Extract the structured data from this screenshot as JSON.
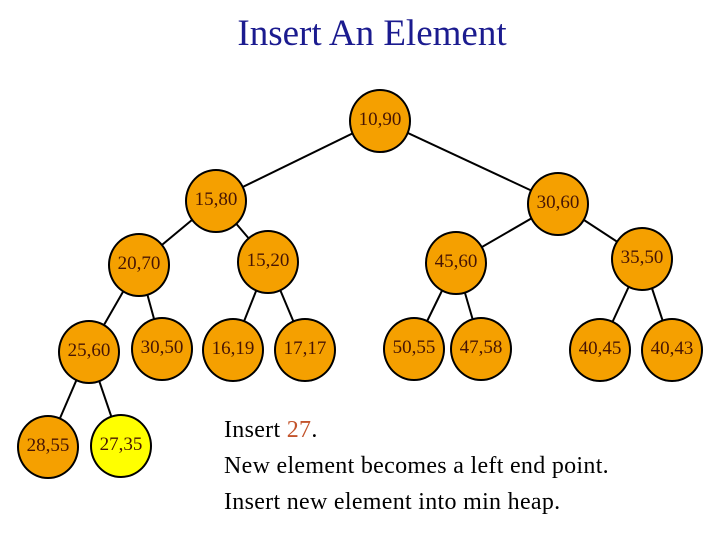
{
  "title": "Insert An Element",
  "colors": {
    "title_text": "#1b1b8f",
    "node_fill": "#f5a000",
    "node_fill_new": "#ffff00",
    "node_border": "#000000",
    "node_text": "#471504",
    "caption_text": "#000000",
    "caption_highlight": "#c3542c"
  },
  "tree": {
    "type": "min-max-heap",
    "nodes": [
      {
        "label": "10,90"
      },
      {
        "label": "15,80"
      },
      {
        "label": "30,60"
      },
      {
        "label": "20,70"
      },
      {
        "label": "15,20"
      },
      {
        "label": "45,60"
      },
      {
        "label": "35,50"
      },
      {
        "label": "25,60"
      },
      {
        "label": "30,50"
      },
      {
        "label": "16,19"
      },
      {
        "label": "17,17"
      },
      {
        "label": "50,55"
      },
      {
        "label": "47,58"
      },
      {
        "label": "40,45"
      },
      {
        "label": "40,43"
      },
      {
        "label": "28,55"
      },
      {
        "label": "27,35",
        "state": "new"
      }
    ],
    "edges": [
      [
        "10,90",
        "15,80"
      ],
      [
        "10,90",
        "30,60"
      ],
      [
        "15,80",
        "20,70"
      ],
      [
        "15,80",
        "15,20"
      ],
      [
        "30,60",
        "45,60"
      ],
      [
        "30,60",
        "35,50"
      ],
      [
        "20,70",
        "25,60"
      ],
      [
        "20,70",
        "30,50"
      ],
      [
        "15,20",
        "16,19"
      ],
      [
        "15,20",
        "17,17"
      ],
      [
        "45,60",
        "50,55"
      ],
      [
        "45,60",
        "47,58"
      ],
      [
        "35,50",
        "40,45"
      ],
      [
        "35,50",
        "40,43"
      ],
      [
        "25,60",
        "28,55"
      ],
      [
        "25,60",
        "27,35"
      ]
    ]
  },
  "caption": {
    "line1_prefix": "Insert ",
    "line1_highlight": "27",
    "line1_suffix": ".",
    "line2": "New element becomes a left end point.",
    "line3": "Insert new element into min heap."
  }
}
